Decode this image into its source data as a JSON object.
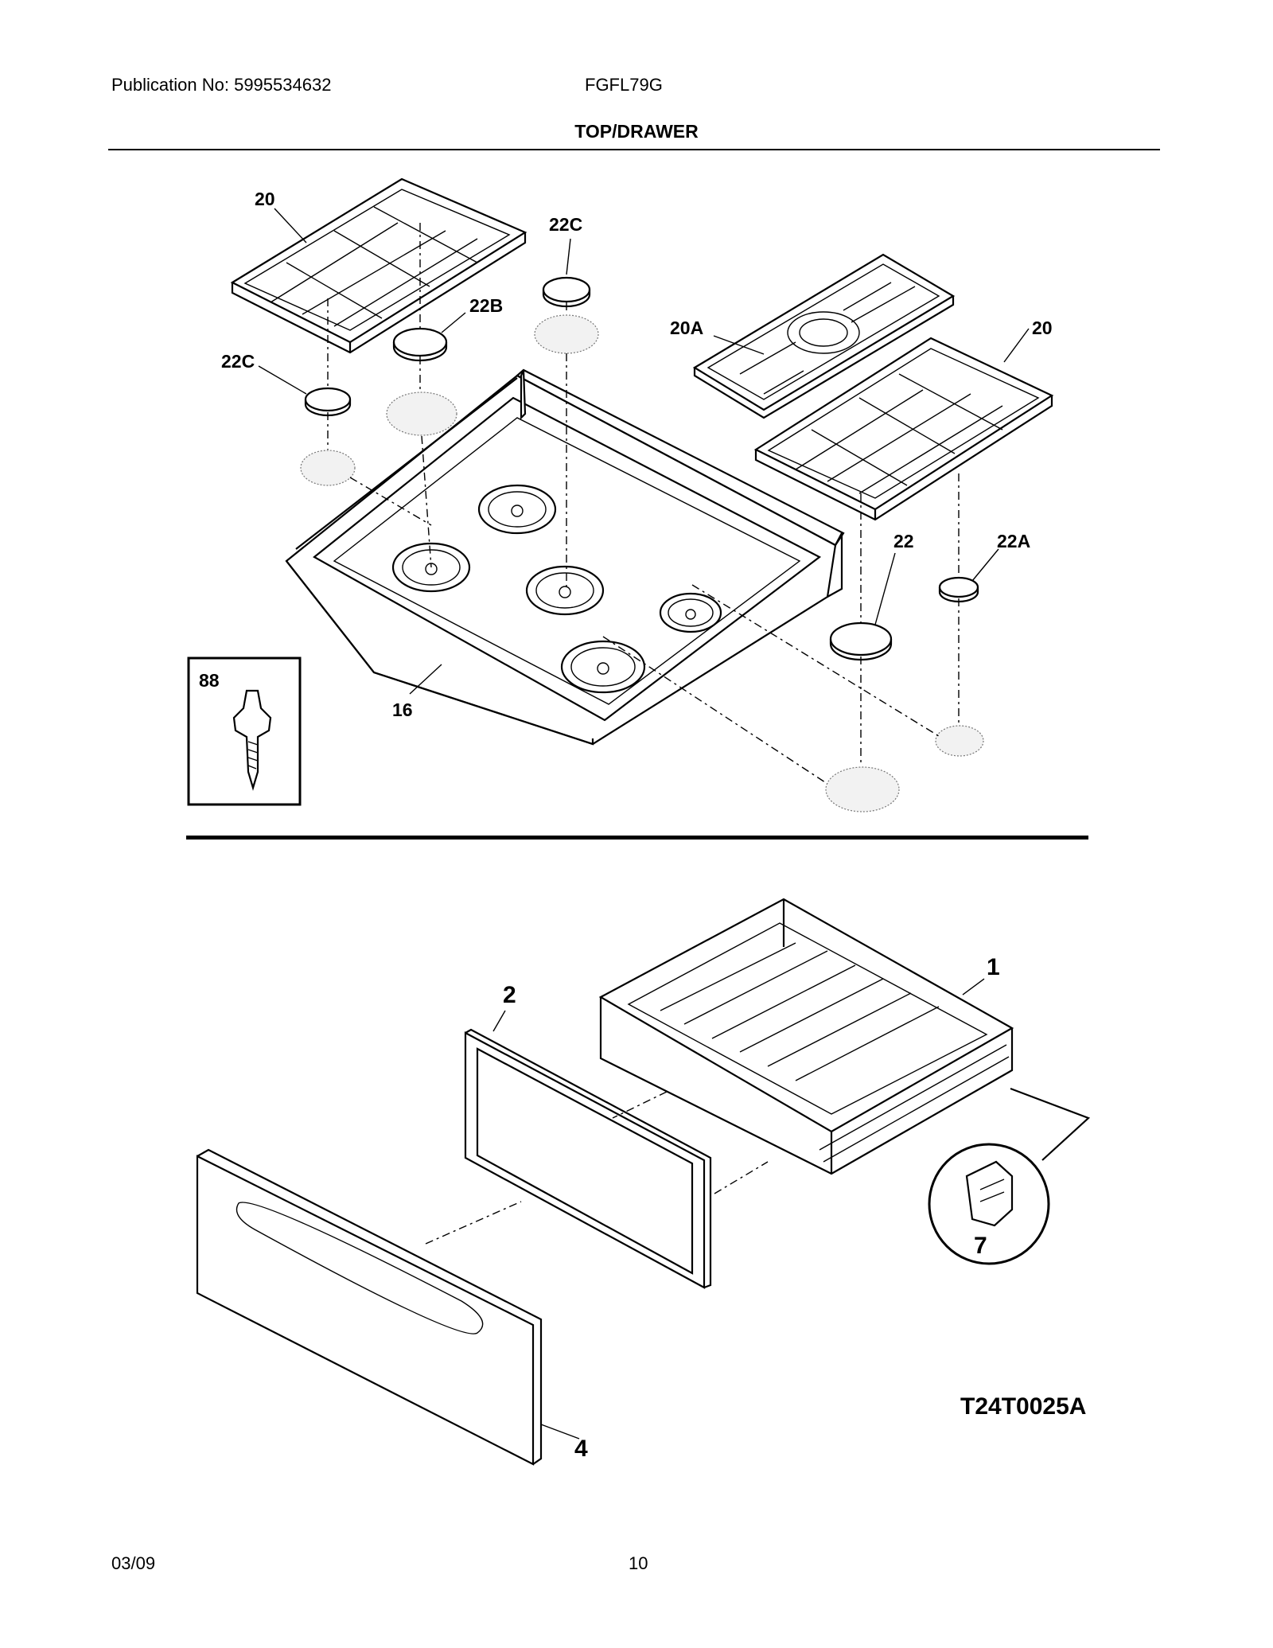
{
  "header": {
    "publication": "Publication No: 5995534632",
    "model": "FGFL79G",
    "section_title": "TOP/DRAWER"
  },
  "callouts": {
    "grate_left": "20",
    "grate_right": "20",
    "grate_center": "20A",
    "cap_back_center": "22C",
    "cap_left_front": "22C",
    "cap_left_back": "22B",
    "cap_right_front": "22",
    "cap_right_back": "22A",
    "cooktop": "16",
    "hardware": "88",
    "drawer_body": "1",
    "drawer_frame": "2",
    "drawer_front": "4",
    "clip": "7"
  },
  "diagram_code": "T24T0025A",
  "footer": {
    "date": "03/09",
    "page": "10"
  }
}
